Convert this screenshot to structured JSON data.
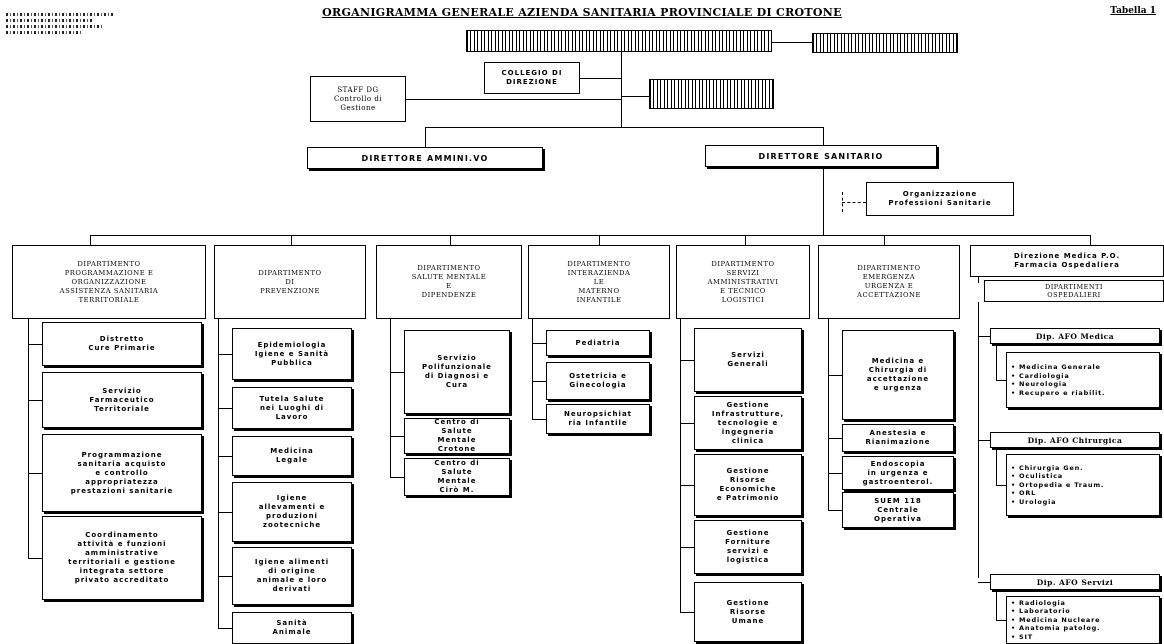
{
  "header": {
    "title": "ORGANIGRAMMA GENERALE AZIENDA SANITARIA PROVINCIALE DI CROTONE",
    "table_label": "Tabella 1"
  },
  "top": {
    "collegio": "COLLEGIO DI\nDIREZIONE",
    "staff": "STAFF DG\nControllo di\nGestione"
  },
  "directors": {
    "amministrativo": "DIRETTORE AMMINI.VO",
    "sanitario": "DIRETTORE SANITARIO",
    "professioni": "Organizzazione\nProfessioni Sanitarie"
  },
  "departments": [
    {
      "title": "DIPARTIMENTO\nPROGRAMMAZIONE E\nORGANIZZAZIONE\nASSISTENZA SANITARIA\nTERRITORIALE",
      "units": [
        "Distretto\nCure Primarie",
        "Servizio\nFarmaceutico\nTerritoriale",
        "Programmazione\nsanitaria acquisto\ne controllo\nappropriatezza\nprestazioni sanitarie",
        "Coordinamento\nattività e funzioni\namministrative\nterritoriali e gestione\nintegrata settore\nprivato accreditato"
      ]
    },
    {
      "title": "DIPARTIMENTO\nDI\nPREVENZIONE",
      "units": [
        "Epidemiologia\nIgiene e Sanità\nPubblica",
        "Tutela Salute\nnei Luoghi di\nLavoro",
        "Medicina\nLegale",
        "Igiene\nallevamenti e\nproduzioni\nzootecniche",
        "Igiene alimenti\ndi origine\nanimale e loro\nderivati",
        "Sanità\nAnimale"
      ]
    },
    {
      "title": "DIPARTIMENTO\nSALUTE MENTALE\nE\nDIPENDENZE",
      "units": [
        "Servizio\nPolifunzionale\ndi Diagnosi e\nCura",
        "Centro di\nSalute\nMentale\nCrotone",
        "Centro di\nSalute\nMentale\nCirò M."
      ]
    },
    {
      "title": "DIPARTIMENTO\nINTERAZIENDA\nLE\nMATERNO\nINFANTILE",
      "units": [
        "Pediatria",
        "Ostetricia e\nGinecologia",
        "Neuropsichiat\nria Infantile"
      ]
    },
    {
      "title": "DIPARTIMENTO\nSERVIZI\nAMMINISTRATIVI\nE TECNICO\nLOGISTICI",
      "units": [
        "Servizi\nGenerali",
        "Gestione\nInfrastrutture,\ntecnologie e\ningegneria\nclinica",
        "Gestione\nRisorse\nEconomiche\ne Patrimonio",
        "Gestione\nForniture\nservizi e\nlogistica",
        "Gestione\nRisorse\nUmane"
      ]
    },
    {
      "title": "DIPARTIMENTO\nEMERGENZA\nURGENZA E\nACCETTAZIONE",
      "units": [
        "Medicina e\nChirurgia di\naccettazione\ne urgenza",
        "Anestesia e\nRianimazione",
        "Endoscopia\nin urgenza e\ngastroenterol.",
        "SUEM 118\nCentrale\nOperativa"
      ]
    }
  ],
  "hospital": {
    "top": "Direzione Medica P.O.\nFarmacia Ospedaliera",
    "sub": "DIPARTIMENTI\nOSPEDALIERI",
    "groups": [
      {
        "title": "Dip. AFO Medica",
        "items": [
          "Medicina Generale",
          "Cardiologia",
          "Neurologia",
          "Recupero e riabilit."
        ]
      },
      {
        "title": "Dip. AFO Chirurgica",
        "items": [
          "Chirurgia Gen.",
          "Oculistica",
          "Ortopedia e Traum.",
          "ORL",
          "Urologia"
        ]
      },
      {
        "title": "Dip. AFO Servizi",
        "items": [
          "Radiologia",
          "Laboratorio",
          "Medicina Nucleare",
          "Anatomia patolog.",
          "SIT"
        ]
      }
    ]
  },
  "colors": {
    "line": "#000000",
    "background": "#ffffff"
  }
}
